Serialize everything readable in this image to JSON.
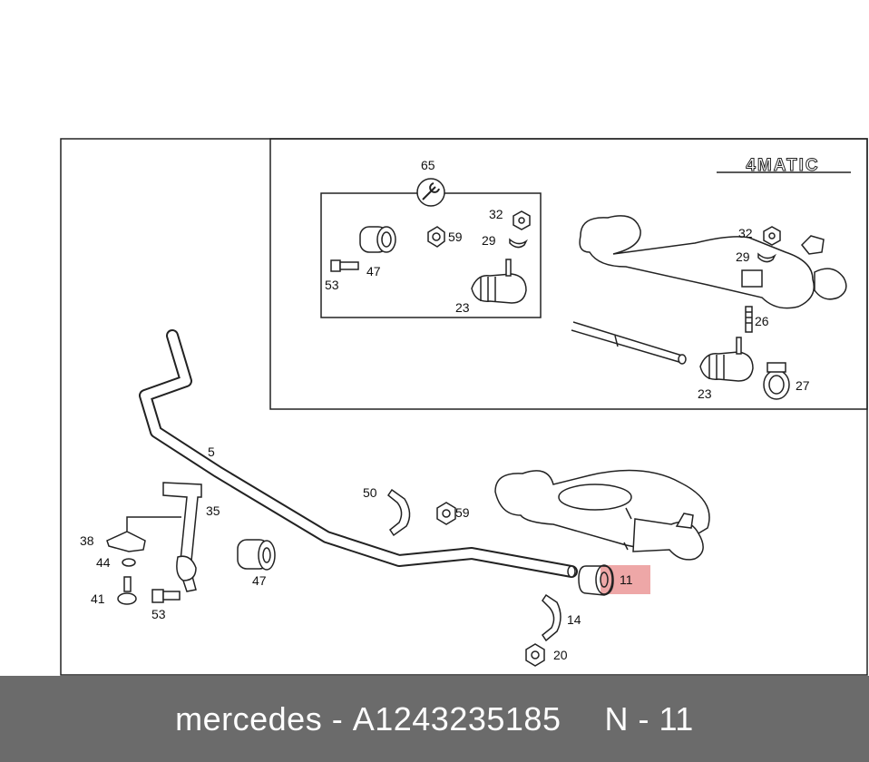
{
  "badge": "4MATIC",
  "callouts": {
    "c65": "65",
    "c32a": "32",
    "c59a": "59",
    "c29a": "29",
    "c47a": "47",
    "c53a": "53",
    "c23a": "23",
    "c32b": "32",
    "c29b": "29",
    "c26": "26",
    "c23b": "23",
    "c27": "27",
    "c5": "5",
    "c35": "35",
    "c50": "50",
    "c59b": "59",
    "c38": "38",
    "c44": "44",
    "c47b": "47",
    "c41": "41",
    "c53b": "53",
    "c11": "11",
    "c14": "14",
    "c20": "20"
  },
  "highlight_color": "#e88a8a",
  "footer": {
    "brand": "mercedes",
    "separator": "-",
    "part_number": "A1243235185",
    "position_label": "N - 11"
  }
}
